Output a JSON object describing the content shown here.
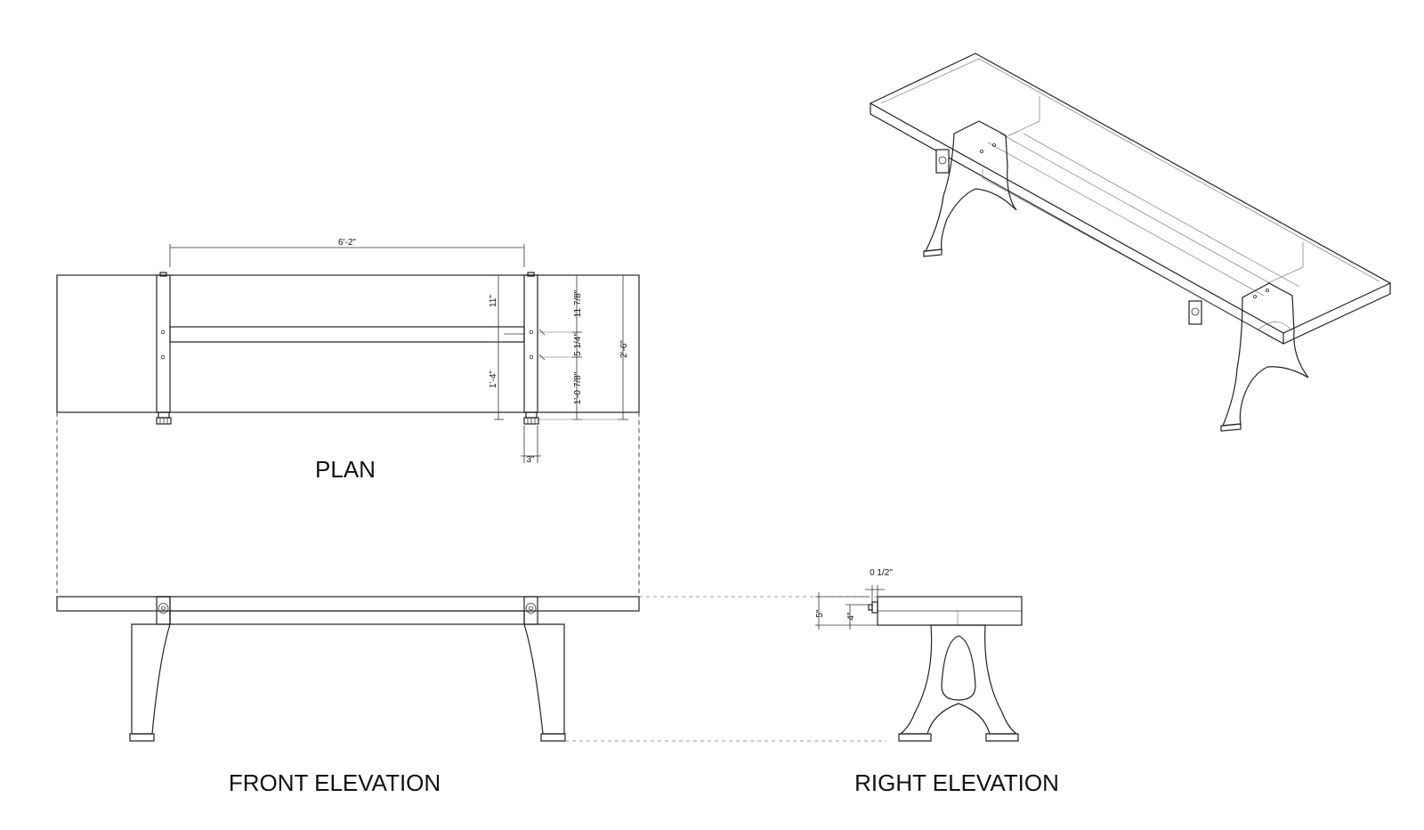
{
  "views": {
    "plan": "PLAN",
    "front": "FRONT ELEVATION",
    "right": "RIGHT ELEVATION"
  },
  "dimensions": {
    "overall_leg_spacing": "6'-2\"",
    "top_to_beam": "11\"",
    "beam_to_front": "1'-4\"",
    "top_to_bolt": "11 7/8\"",
    "bolt_spacing": "5 1/4\"",
    "bolt_to_front": "1'-0 7/8\"",
    "depth": "2'-6\"",
    "leg_width": "3\"",
    "offset": "0 1/2\"",
    "top_thickness_total": "5\"",
    "top_thickness": "4\""
  }
}
